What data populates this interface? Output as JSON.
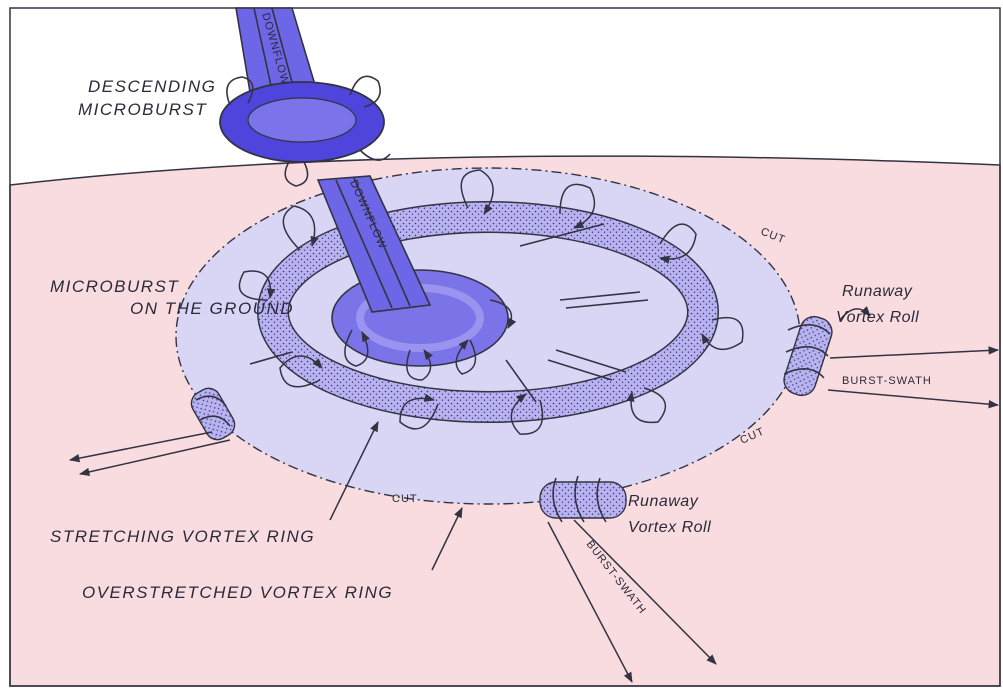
{
  "labels": {
    "descending_line1": "DESCENDING",
    "descending_line2": "MICROBURST",
    "ground_line1": "MICROBURST",
    "ground_line2": "ON THE GROUND",
    "stretching_ring": "STRETCHING VORTEX RING",
    "overstretched_ring": "OVERSTRETCHED VORTEX RING",
    "runaway_right_line1": "Runaway",
    "runaway_right_line2": "Vortex Roll",
    "runaway_bottom_line1": "Runaway",
    "runaway_bottom_line2": "Vortex Roll",
    "downflow_top": "DOWNFLOW",
    "downflow_ground": "DOWNFLOW",
    "burst_swath_right": "BURST-SWATH",
    "burst_swath_bottom": "BURST-SWATH",
    "cut_top_right": "CUT",
    "cut_right": "CUT",
    "cut_bottom": "CUT"
  },
  "colors": {
    "sky": "#ffffff",
    "ground": "#f9dcdf",
    "outflow_disk": "#d8d6f4",
    "downflow": "#6d66e6",
    "descending_ring": "#4f45dc",
    "vortex_ring": "#a9a5ee",
    "ink": "#333344"
  }
}
